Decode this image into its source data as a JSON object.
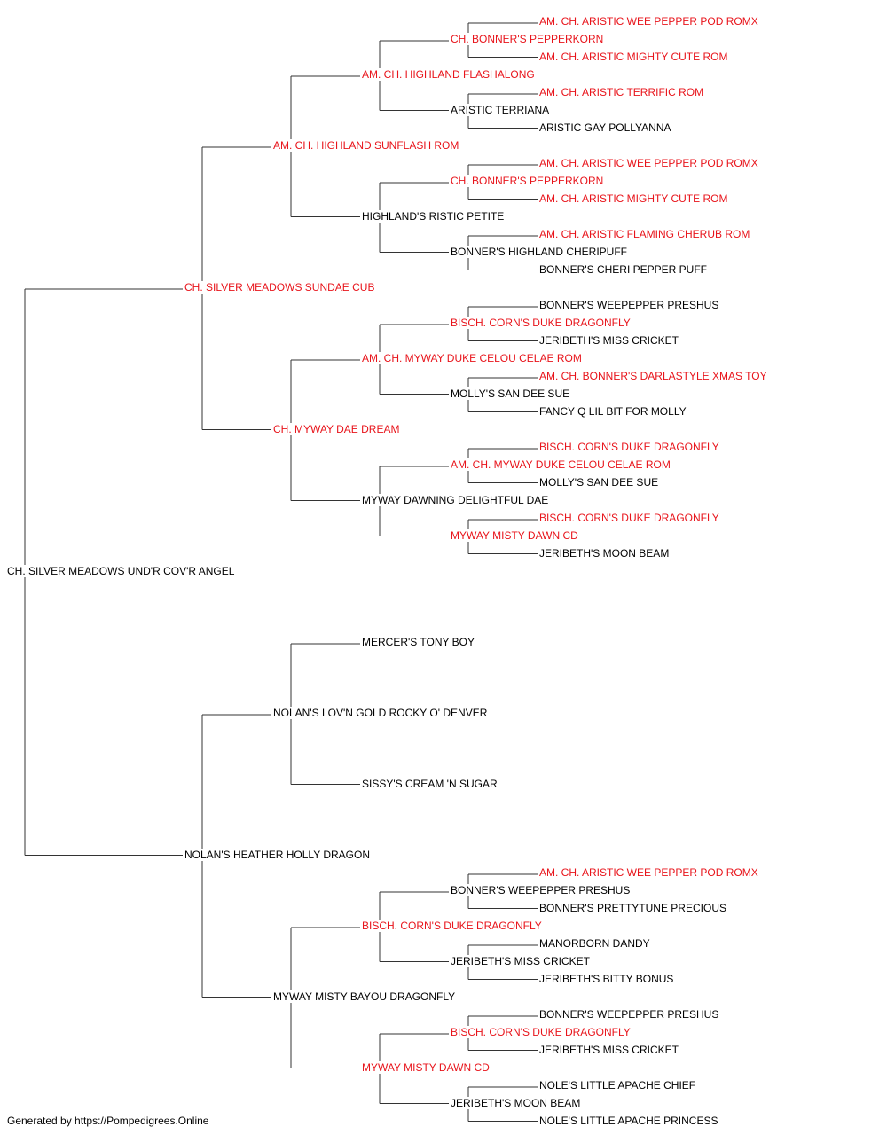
{
  "colors": {
    "champion": "#e8141b",
    "normal": "#000000",
    "line": "#333333"
  },
  "footer": "Generated by https://Pompedigrees.Online",
  "pedigree": {
    "name": "CH. SILVER MEADOWS UND'R COV'R ANGEL",
    "champion": false,
    "sire": {
      "name": "CH. SILVER MEADOWS SUNDAE CUB",
      "champion": true,
      "sire": {
        "name": "AM. CH. HIGHLAND SUNFLASH ROM",
        "champion": true,
        "sire": {
          "name": "AM. CH. HIGHLAND FLASHALONG",
          "champion": true,
          "sire": {
            "name": "CH. BONNER'S PEPPERKORN",
            "champion": true,
            "sire": {
              "name": "AM. CH. ARISTIC WEE PEPPER POD ROMX",
              "champion": true
            },
            "dam": {
              "name": "AM. CH. ARISTIC MIGHTY CUTE ROM",
              "champion": true
            }
          },
          "dam": {
            "name": "ARISTIC TERRIANA",
            "champion": false,
            "sire": {
              "name": "AM. CH. ARISTIC TERRIFIC ROM",
              "champion": true
            },
            "dam": {
              "name": "ARISTIC GAY POLLYANNA",
              "champion": false
            }
          }
        },
        "dam": {
          "name": "HIGHLAND'S RISTIC PETITE",
          "champion": false,
          "sire": {
            "name": "CH. BONNER'S PEPPERKORN",
            "champion": true,
            "sire": {
              "name": "AM. CH. ARISTIC WEE PEPPER POD ROMX",
              "champion": true
            },
            "dam": {
              "name": "AM. CH. ARISTIC MIGHTY CUTE ROM",
              "champion": true
            }
          },
          "dam": {
            "name": "BONNER'S HIGHLAND CHERIPUFF",
            "champion": false,
            "sire": {
              "name": "AM. CH. ARISTIC FLAMING CHERUB ROM",
              "champion": true
            },
            "dam": {
              "name": "BONNER'S CHERI PEPPER PUFF",
              "champion": false
            }
          }
        }
      },
      "dam": {
        "name": "CH. MYWAY DAE DREAM",
        "champion": true,
        "sire": {
          "name": "AM. CH. MYWAY DUKE CELOU CELAE ROM",
          "champion": true,
          "sire": {
            "name": "BISCH. CORN'S DUKE DRAGONFLY",
            "champion": true,
            "sire": {
              "name": "BONNER'S WEEPEPPER PRESHUS",
              "champion": false
            },
            "dam": {
              "name": "JERIBETH'S MISS CRICKET",
              "champion": false
            }
          },
          "dam": {
            "name": "MOLLY'S SAN DEE SUE",
            "champion": false,
            "sire": {
              "name": "AM. CH. BONNER'S DARLASTYLE XMAS TOY",
              "champion": true
            },
            "dam": {
              "name": "FANCY Q LIL BIT FOR MOLLY",
              "champion": false
            }
          }
        },
        "dam": {
          "name": "MYWAY DAWNING DELIGHTFUL DAE",
          "champion": false,
          "sire": {
            "name": "AM. CH. MYWAY DUKE CELOU CELAE ROM",
            "champion": true,
            "sire": {
              "name": "BISCH. CORN'S DUKE DRAGONFLY",
              "champion": true
            },
            "dam": {
              "name": "MOLLY'S SAN DEE SUE",
              "champion": false
            }
          },
          "dam": {
            "name": "MYWAY MISTY DAWN CD",
            "champion": true,
            "sire": {
              "name": "BISCH. CORN'S DUKE DRAGONFLY",
              "champion": true
            },
            "dam": {
              "name": "JERIBETH'S MOON BEAM",
              "champion": false
            }
          }
        }
      }
    },
    "dam": {
      "name": "NOLAN'S HEATHER HOLLY DRAGON",
      "champion": false,
      "sire": {
        "name": "NOLAN'S LOV'N GOLD ROCKY O' DENVER",
        "champion": false,
        "sire": {
          "name": "MERCER'S TONY BOY",
          "champion": false
        },
        "dam": {
          "name": "SISSY'S CREAM 'N SUGAR",
          "champion": false
        }
      },
      "dam": {
        "name": "MYWAY MISTY BAYOU DRAGONFLY",
        "champion": false,
        "sire": {
          "name": "BISCH. CORN'S DUKE DRAGONFLY",
          "champion": true,
          "sire": {
            "name": "BONNER'S WEEPEPPER PRESHUS",
            "champion": false,
            "sire": {
              "name": "AM. CH. ARISTIC WEE PEPPER POD ROMX",
              "champion": true
            },
            "dam": {
              "name": "BONNER'S PRETTYTUNE PRECIOUS",
              "champion": false
            }
          },
          "dam": {
            "name": "JERIBETH'S MISS CRICKET",
            "champion": false,
            "sire": {
              "name": "MANORBORN DANDY",
              "champion": false
            },
            "dam": {
              "name": "JERIBETH'S BITTY BONUS",
              "champion": false
            }
          }
        },
        "dam": {
          "name": "MYWAY MISTY DAWN CD",
          "champion": true,
          "sire": {
            "name": "BISCH. CORN'S DUKE DRAGONFLY",
            "champion": true,
            "sire": {
              "name": "BONNER'S WEEPEPPER PRESHUS",
              "champion": false
            },
            "dam": {
              "name": "JERIBETH'S MISS CRICKET",
              "champion": false
            }
          },
          "dam": {
            "name": "JERIBETH'S MOON BEAM",
            "champion": false,
            "sire": {
              "name": "NOLE'S LITTLE APACHE CHIEF",
              "champion": false
            },
            "dam": {
              "name": "NOLE'S LITTLE APACHE PRINCESS",
              "champion": false
            }
          }
        }
      }
    }
  }
}
